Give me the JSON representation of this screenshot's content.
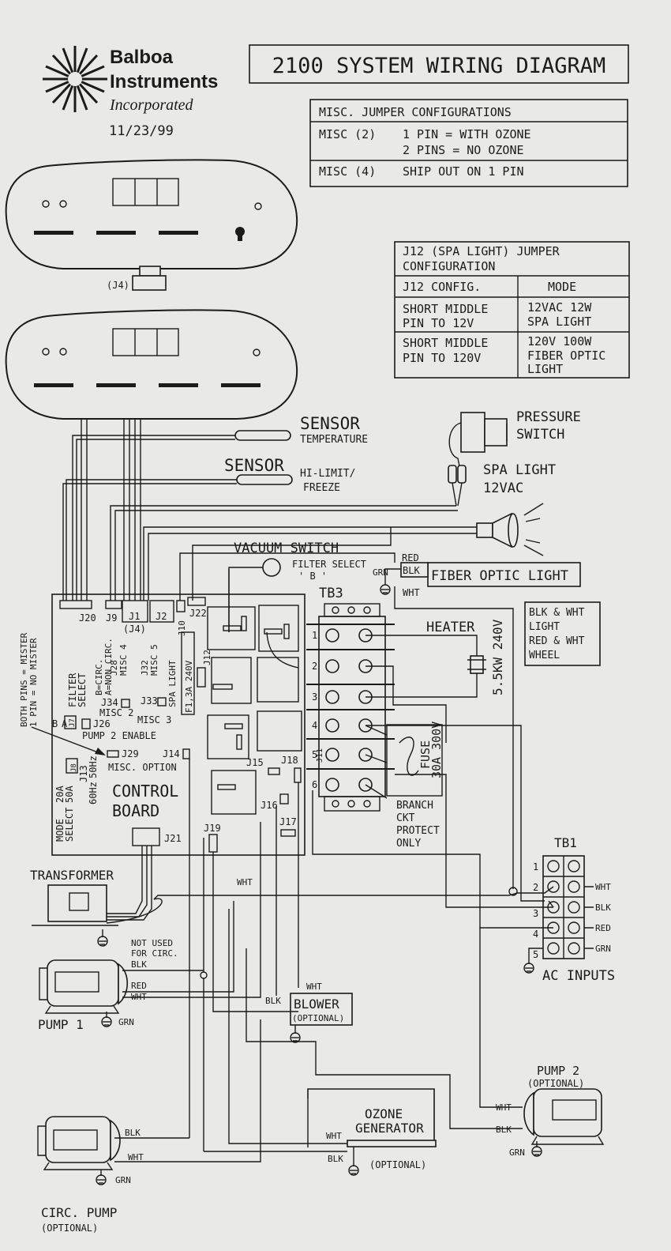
{
  "logo": {
    "line1": "Balboa",
    "line2": "Instruments",
    "line3": "Incorporated"
  },
  "date": "11/23/99",
  "title": "2100 SYSTEM WIRING DIAGRAM",
  "misc_table": {
    "header": "MISC. JUMPER CONFIGURATIONS",
    "rows": [
      {
        "key": "MISC (2)",
        "val1": "1 PIN = WITH OZONE",
        "val2": "2 PINS = NO OZONE"
      },
      {
        "key": "MISC (4)",
        "val1": "SHIP OUT ON 1 PIN"
      }
    ]
  },
  "j12_table": {
    "title1": "J12 (SPA LIGHT) JUMPER",
    "title2": "CONFIGURATION",
    "col1": "J12 CONFIG.",
    "col2": "MODE",
    "rows": [
      {
        "c1a": "SHORT MIDDLE",
        "c1b": "PIN TO 12V",
        "c2a": "12VAC 12W",
        "c2b": "SPA LIGHT"
      },
      {
        "c1a": "SHORT MIDDLE",
        "c1b": "PIN TO 120V",
        "c2a": "120V 100W",
        "c2b": "FIBER OPTIC",
        "c2c": "LIGHT"
      }
    ]
  },
  "j4_label": "(J4)",
  "sensor_temp": {
    "title": "SENSOR",
    "sub": "TEMPERATURE"
  },
  "sensor_hilimit": {
    "title": "SENSOR",
    "sub1": "HI-LIMIT/",
    "sub2": "FREEZE"
  },
  "pressure_switch": {
    "line1": "PRESSURE",
    "line2": "SWITCH"
  },
  "spa_light": {
    "line1": "SPA LIGHT",
    "line2": "12VAC"
  },
  "vacuum_switch": "VACUUM SWITCH",
  "filter_select": {
    "line1": "FILTER SELECT",
    "line2": "' B '"
  },
  "fiber_optic": {
    "label": "FIBER OPTIC LIGHT",
    "red": "RED",
    "blk": "BLK",
    "grn": "GRN",
    "wht": "WHT"
  },
  "tb3": "TB3",
  "heater": {
    "label": "HEATER",
    "rating": "5.5KW 240V"
  },
  "legend": {
    "l1": "BLK & WHT",
    "l2": "LIGHT",
    "l3": "RED & WHT",
    "l4": "WHEEL"
  },
  "connectors": {
    "j20": "J20",
    "j9": "J9",
    "j1": "J1",
    "j2": "J2",
    "j4b": "(J4)",
    "j10": "J10",
    "j22": "J22",
    "j12": "J12",
    "j28": "J28",
    "j32": "J32",
    "j34": "J34",
    "j33": "J33",
    "j26": "J26",
    "j29": "J29",
    "j13": "J13",
    "j14": "J14",
    "j15": "J15",
    "j18": "J18",
    "j16": "J16",
    "j17": "J17",
    "j19": "J19",
    "j21": "J21",
    "j11": "J11",
    "j7": "J7",
    "j8": "J8"
  },
  "board_labels": {
    "misc4": "MISC 4",
    "misc5": "MISC 5",
    "spa_light": "SPA LIGHT",
    "fuse_small": "F1,3A 240V",
    "bcirc": "B=CIRC.",
    "anoncirc": "A=NON CIRC.",
    "filter": "FILTER",
    "select": "SELECT",
    "b": "B",
    "a": "A",
    "misc2": "MISC 2",
    "misc3": "MISC 3",
    "pump2enable": "PUMP 2 ENABLE",
    "misc_option": "MISC. OPTION",
    "a20": "20A",
    "a50": "50A",
    "mode": "MODE",
    "sel": "SELECT",
    "hz60": "60Hz",
    "hz50": "50Hz",
    "control": "CONTROL",
    "board": "BOARD"
  },
  "mister_note": {
    "line1": "BOTH PINS = MISTER",
    "line2": "1 PIN = NO MISTER"
  },
  "tb3_numbers": [
    "1",
    "2",
    "3",
    "4",
    "5",
    "6"
  ],
  "fuse": {
    "label": "FUSE",
    "rating": "30A 300V"
  },
  "branch": {
    "l1": "BRANCH",
    "l2": "CKT",
    "l3": "PROTECT",
    "l4": "ONLY"
  },
  "tb1": {
    "label": "TB1",
    "numbers": [
      "1",
      "2",
      "3",
      "4",
      "5"
    ],
    "wht": "WHT",
    "blk": "BLK",
    "red": "RED",
    "grn": "GRN",
    "ac": "AC INPUTS"
  },
  "transformer": "TRANSFORMER",
  "wht_mid": "WHT",
  "pump1": {
    "label": "PUMP 1",
    "not_used1": "NOT USED",
    "not_used2": "FOR CIRC.",
    "blk": "BLK",
    "red": "RED",
    "wht": "WHT",
    "grn": "GRN"
  },
  "blower": {
    "label": "BLOWER",
    "sub": "(OPTIONAL)",
    "wht": "WHT",
    "blk": "BLK"
  },
  "pump2": {
    "label": "PUMP 2",
    "sub": "(OPTIONAL)",
    "wht": "WHT",
    "blk": "BLK",
    "grn": "GRN"
  },
  "ozone": {
    "l1": "OZONE",
    "l2": "GENERATOR",
    "sub": "(OPTIONAL)",
    "wht": "WHT",
    "blk": "BLK"
  },
  "circ_pump": {
    "l1": "CIRC. PUMP",
    "l2": "(OPTIONAL)",
    "blk": "BLK",
    "wht": "WHT",
    "grn": "GRN"
  }
}
